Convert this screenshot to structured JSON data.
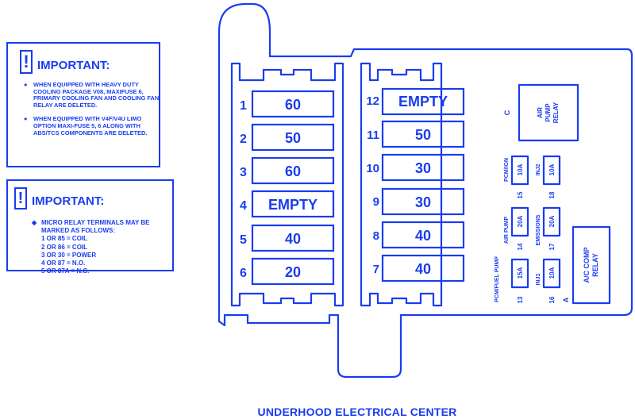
{
  "colors": {
    "ink": "#1a3cf0",
    "background": "#ffffff"
  },
  "notes": [
    {
      "icon": "exclamation-icon",
      "icon_glyph": "!",
      "title": "IMPORTANT:",
      "bullets": [
        "When equipped with heavy duty cooling package V08, maxifuse 6, primary cooling fan and cooling fan relay are deleted.",
        "When equipped with V4F/V4U limo option maxi-fuse 5, 6 along with ABS/TCS components are deleted."
      ]
    },
    {
      "icon": "exclamation-icon",
      "icon_glyph": "!",
      "title": "IMPORTANT:",
      "bullet": "MICRO RELAY TERMINALS MAY BE MARKED AS FOLLOWS:",
      "terminals": [
        "1 OR 85 = COIL",
        "2 OR 86 = COIL",
        "3 OR 30 = POWER",
        "4 OR 87 = N.O.",
        "5 OR 87A = N.C."
      ]
    }
  ],
  "maxi_fuses_left": [
    {
      "number": "1",
      "rating": "60"
    },
    {
      "number": "2",
      "rating": "50"
    },
    {
      "number": "3",
      "rating": "60"
    },
    {
      "number": "4",
      "rating": "EMPTY"
    },
    {
      "number": "5",
      "rating": "40"
    },
    {
      "number": "6",
      "rating": "20"
    }
  ],
  "maxi_fuses_right": [
    {
      "number": "12",
      "rating": "EMPTY"
    },
    {
      "number": "11",
      "rating": "50"
    },
    {
      "number": "10",
      "rating": "30"
    },
    {
      "number": "9",
      "rating": "30"
    },
    {
      "number": "8",
      "rating": "40"
    },
    {
      "number": "7",
      "rating": "40"
    }
  ],
  "mini_fuses": [
    {
      "number": "15",
      "rating": "10A",
      "label": "PCM/IGN"
    },
    {
      "number": "18",
      "rating": "10A",
      "label": "INJ2"
    },
    {
      "number": "14",
      "rating": "20A",
      "label": "AIR PUMP"
    },
    {
      "number": "17",
      "rating": "20A",
      "label": "EMISSIONS"
    },
    {
      "number": "13",
      "rating": "15A",
      "label": "PCM/FUEL PUMP"
    },
    {
      "number": "16",
      "rating": "10A",
      "label": "INJ1"
    }
  ],
  "relays": [
    {
      "letter": "C",
      "label_lines": [
        "AIR",
        "PUMP",
        "RELAY"
      ]
    },
    {
      "letter": "A",
      "label_lines": [
        "A/C COMP",
        "RELAY"
      ]
    }
  ],
  "caption": "UNDERHOOD ELECTRICAL CENTER"
}
